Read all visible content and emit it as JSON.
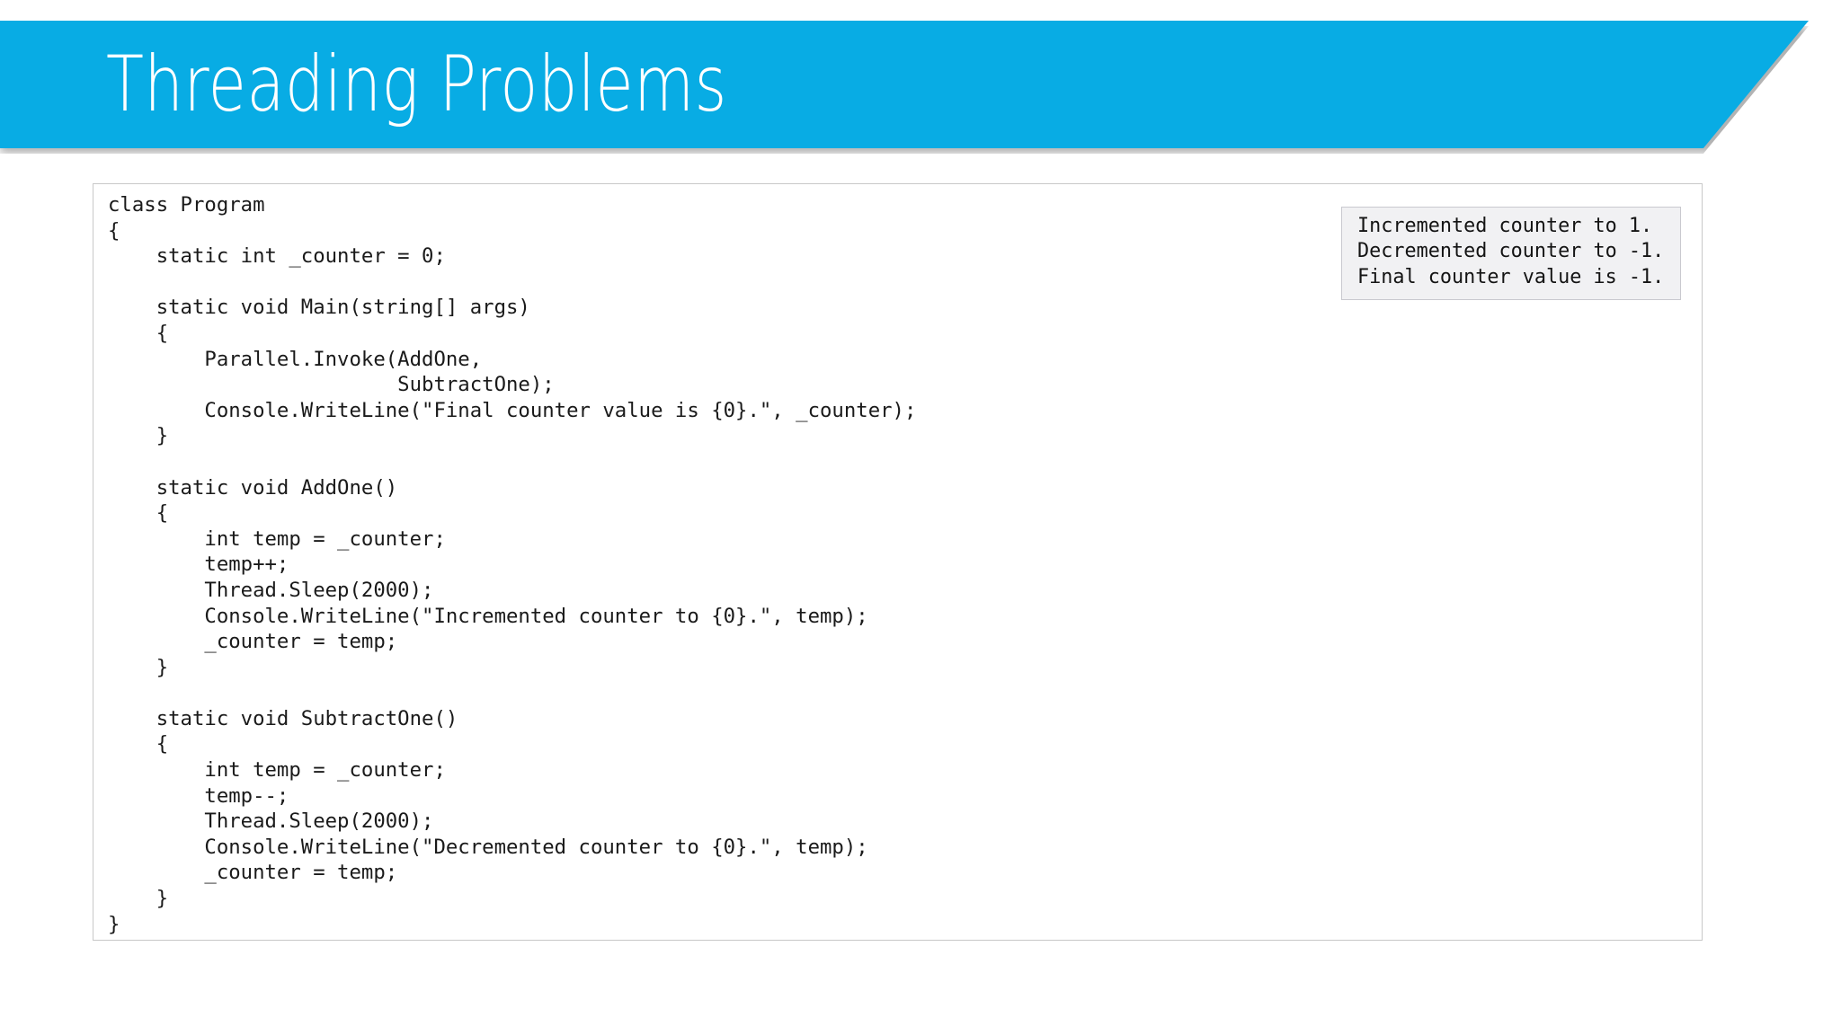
{
  "slide": {
    "title": "Threading Problems",
    "background_color": "#ffffff",
    "accent_color": "#08ACE4"
  },
  "code_panel": {
    "language": "csharp",
    "border_color": "#c8c8c8",
    "text": "class Program\n{\n    static int _counter = 0;\n\n    static void Main(string[] args)\n    {\n        Parallel.Invoke(AddOne,\n                        SubtractOne);\n        Console.WriteLine(\"Final counter value is {0}.\", _counter);\n    }\n\n    static void AddOne()\n    {\n        int temp = _counter;\n        temp++;\n        Thread.Sleep(2000);\n        Console.WriteLine(\"Incremented counter to {0}.\", temp);\n        _counter = temp;\n    }\n\n    static void SubtractOne()\n    {\n        int temp = _counter;\n        temp--;\n        Thread.Sleep(2000);\n        Console.WriteLine(\"Decremented counter to {0}.\", temp);\n        _counter = temp;\n    }\n}",
    "lines": [
      "class Program",
      "{",
      "    static int _counter = 0;",
      "",
      "    static void Main(string[] args)",
      "    {",
      "        Parallel.Invoke(AddOne,",
      "                        SubtractOne);",
      "        Console.WriteLine(\"Final counter value is {0}.\", _counter);",
      "    }",
      "",
      "    static void AddOne()",
      "    {",
      "        int temp = _counter;",
      "        temp++;",
      "        Thread.Sleep(2000);",
      "        Console.WriteLine(\"Incremented counter to {0}.\", temp);",
      "        _counter = temp;",
      "    }",
      "",
      "    static void SubtractOne()",
      "    {",
      "        int temp = _counter;",
      "        temp--;",
      "        Thread.Sleep(2000);",
      "        Console.WriteLine(\"Decremented counter to {0}.\", temp);",
      "        _counter = temp;",
      "    }",
      "}"
    ]
  },
  "console_output": {
    "background_color": "#f1f1f3",
    "border_color": "#c9c9cf",
    "text": "Incremented counter to 1.\nDecremented counter to -1.\nFinal counter value is -1.",
    "lines": [
      "Incremented counter to 1.",
      "Decremented counter to -1.",
      "Final counter value is -1."
    ]
  }
}
